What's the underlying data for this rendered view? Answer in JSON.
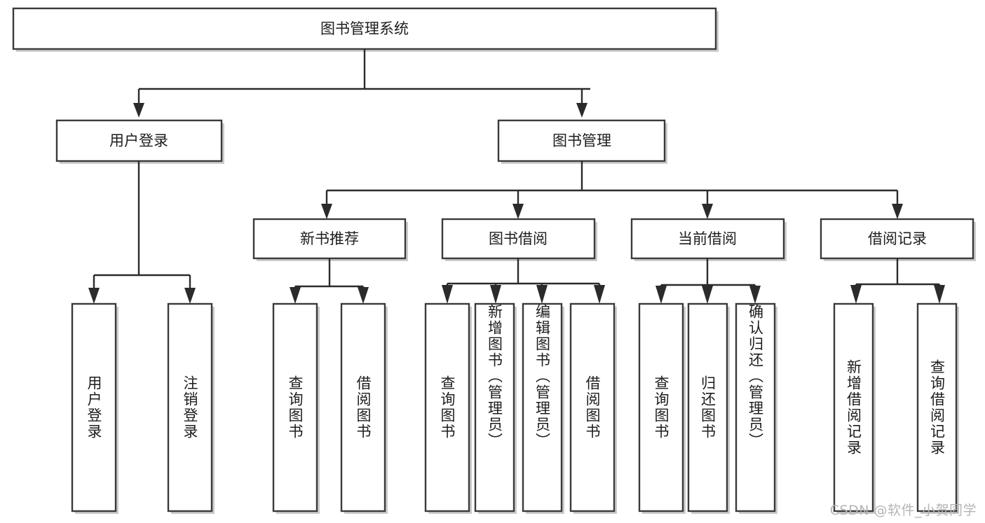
{
  "diagram": {
    "type": "tree-hierarchy",
    "title": "图书管理系统",
    "watermark": "CSDN @软件_小贺同学",
    "colors": {
      "box_stroke": "#3a3a3a",
      "box_fill": "#ffffff",
      "connector": "#2b2b2b",
      "text": "#1d1d1d",
      "watermark": "#b4b4b4",
      "background": "#ffffff"
    },
    "root": {
      "label": "图书管理系统"
    },
    "level2": [
      {
        "label": "用户登录"
      },
      {
        "label": "图书管理"
      }
    ],
    "level3": [
      {
        "label": "新书推荐"
      },
      {
        "label": "图书借阅"
      },
      {
        "label": "当前借阅"
      },
      {
        "label": "借阅记录"
      }
    ],
    "leaves": {
      "user_login": [
        {
          "label": "用户登录"
        },
        {
          "label": "注销登录"
        }
      ],
      "new_book_recommend": [
        {
          "label": "查询图书"
        },
        {
          "label": "借阅图书"
        }
      ],
      "book_borrow": [
        {
          "label": "查询图书"
        },
        {
          "label": "新增图书（管理员）"
        },
        {
          "label": "编辑图书（管理员）"
        },
        {
          "label": "借阅图书"
        }
      ],
      "current_borrow": [
        {
          "label": "查询图书"
        },
        {
          "label": "归还图书"
        },
        {
          "label": "确认归还（管理员）"
        }
      ],
      "borrow_record": [
        {
          "label": "新增借阅记录"
        },
        {
          "label": "查询借阅记录"
        }
      ]
    }
  }
}
